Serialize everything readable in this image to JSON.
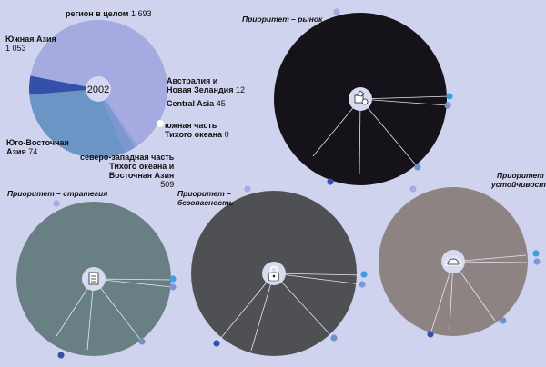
{
  "chart_data": [
    {
      "type": "pie",
      "center_label": "2002",
      "total_label": "регион в целом",
      "total": "1 693",
      "slices": [
        {
          "name_lines": [
            "Южная Азия"
          ],
          "value": 1053,
          "value_label": "1 053",
          "color": "#a5abe0"
        },
        {
          "name_lines": [
            "Австралия и",
            "Новая Зеландия"
          ],
          "value": 12,
          "value_label": "12",
          "color": "#8aa6da"
        },
        {
          "name_lines": [
            "Central Asia"
          ],
          "value": 45,
          "value_label": "45",
          "color": "#7f96d2"
        },
        {
          "name_lines": [
            "южная часть",
            "Тихого океана"
          ],
          "value": 0,
          "value_label": "0",
          "color": "#ffffff"
        },
        {
          "name_lines": [
            "северо-западная часть",
            "Тихого океана и",
            "Восточная Азия"
          ],
          "value": 509,
          "value_label": "509",
          "color": "#6b95c5"
        },
        {
          "name_lines": [
            "Юго-Восточная",
            "Азия"
          ],
          "value": 74,
          "value_label": "74",
          "color": "#3450a8"
        }
      ]
    },
    {
      "type": "pie",
      "title_lines": [
        "Приоритет – рынок"
      ],
      "icon": "hand-icon",
      "color": "#15121a"
    },
    {
      "type": "pie",
      "title_lines": [
        "Приоритет – стратегия"
      ],
      "icon": "document-icon",
      "color": "#687f84"
    },
    {
      "type": "pie",
      "title_lines": [
        "Приоритет –",
        "безопасность"
      ],
      "icon": "lock-icon",
      "color": "#4f5053"
    },
    {
      "type": "pie",
      "title_lines": [
        "Приоритет –",
        "устойчивость"
      ],
      "icon": "sun-icon",
      "color": "#8e8383"
    }
  ]
}
